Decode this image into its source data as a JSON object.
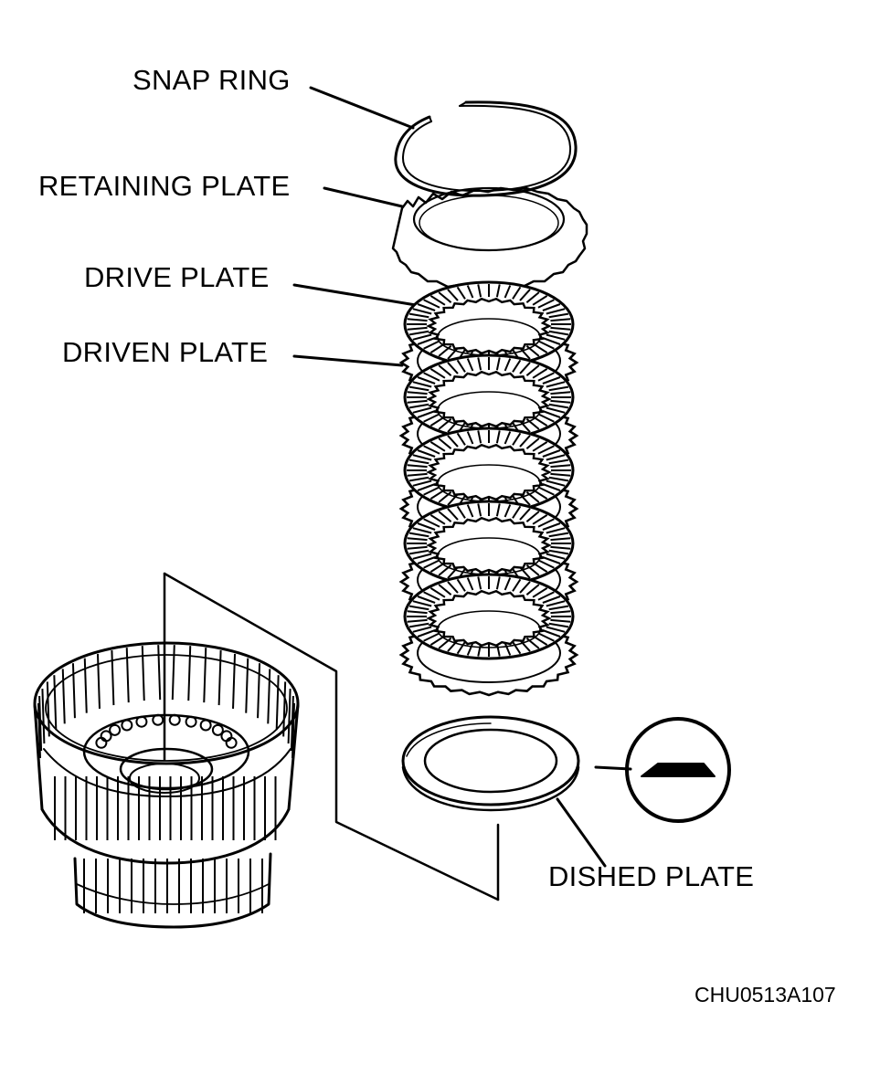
{
  "labels": {
    "snap_ring": "SNAP RING",
    "retaining_plate": "RETAINING PLATE",
    "drive_plate": "DRIVE PLATE",
    "driven_plate": "DRIVEN PLATE",
    "dished_plate": "DISHED PLATE"
  },
  "figure_code": "CHU0513A107",
  "components": {
    "clutch_stack": {
      "drive_plates": 5,
      "driven_plates": 5
    }
  },
  "colors": {
    "ink": "#000000",
    "background": "#ffffff"
  }
}
